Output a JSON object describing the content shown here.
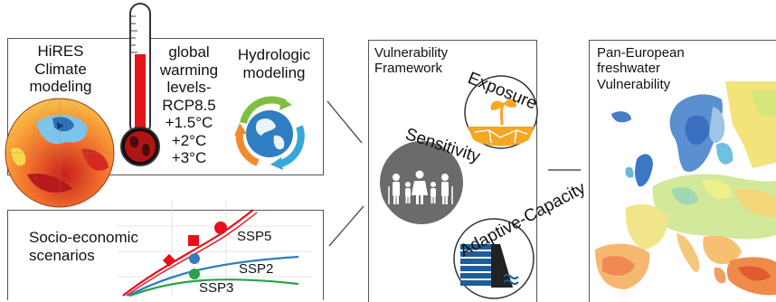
{
  "climate_panel": {
    "hires_lines": [
      "HiRES",
      "Climate",
      "modeling"
    ],
    "warming_lines": [
      "global",
      "warming",
      "levels-",
      "RCP8.5"
    ],
    "levels": [
      "+1.5°C",
      "+2°C",
      "+3°C"
    ],
    "hydro_lines": [
      "Hydrologic",
      "modeling"
    ]
  },
  "socio_panel": {
    "title_lines": [
      "Socio-economic",
      "scenarios"
    ],
    "scenarios": [
      "SSP5",
      "SSP2",
      "SSP3"
    ]
  },
  "framework_panel": {
    "title_lines": [
      "Vulnerability",
      "Framework"
    ],
    "components": [
      "Exposure",
      "Sensitivity",
      "Adaptive-Capacity"
    ]
  },
  "map_panel": {
    "title_lines": [
      "Pan-European",
      "freshwater",
      "Vulnerability"
    ]
  },
  "colors": {
    "border": "#555555",
    "ssp5": "#e8101a",
    "ssp2": "#2f7ec1",
    "ssp3": "#2ca04a",
    "exposure_fill": "#f5a623",
    "sensitivity_fill": "#6b6b6b",
    "capacity_fill": "#1f5c99"
  }
}
